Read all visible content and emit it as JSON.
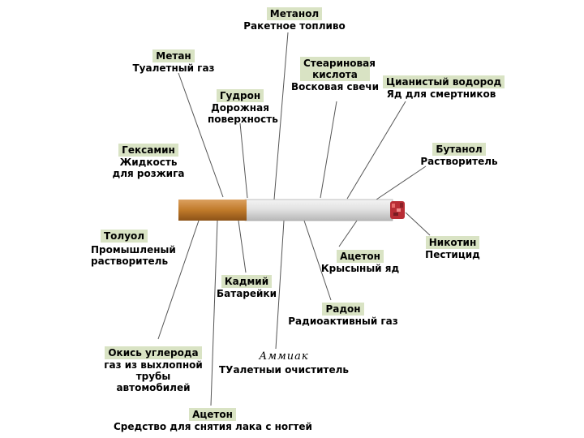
{
  "labels": {
    "methanol": {
      "name": "Метанол",
      "desc": "Ракетное топливо"
    },
    "methane": {
      "name": "Метан",
      "desc": "Туалетный газ"
    },
    "stearic": {
      "name": "Стеариновая кислота",
      "desc": "Восковая свечи"
    },
    "cyanide": {
      "name": "Цианистый водород",
      "desc": "Яд для смертников"
    },
    "tar": {
      "name": "Гудрон",
      "desc": "Дорожная поверхность"
    },
    "hexamine": {
      "name": "Гексамин",
      "desc": "Жидкость для розжига"
    },
    "butanol": {
      "name": "Бутанол",
      "desc": "Растворитель"
    },
    "toluene": {
      "name": "Толуол",
      "desc": "Промышленый растворитель"
    },
    "nicotine": {
      "name": "Никотин",
      "desc": "Пестицид"
    },
    "acetone_rat": {
      "name": "Ацетон",
      "desc": "Крысыный яд"
    },
    "cadmium": {
      "name": "Кадмий",
      "desc": "Батарейки"
    },
    "radon": {
      "name": "Радон",
      "desc": "Радиоактивный газ"
    },
    "co": {
      "name": "Окись углерода",
      "desc": "газ из выхлопной трубы автомобилей"
    },
    "ammonia": {
      "name": "Аммиак",
      "desc": "ТУалетныи очиститель"
    },
    "acetone_nail": {
      "name": "Ацетон",
      "desc": "Средство для снятия лака с ногтей"
    }
  },
  "colors": {
    "tag_bg": "#d9e3c4",
    "filter": "#c8822e",
    "paper": "#e6e6e6",
    "ember": "#c8323a",
    "line": "#555555"
  }
}
